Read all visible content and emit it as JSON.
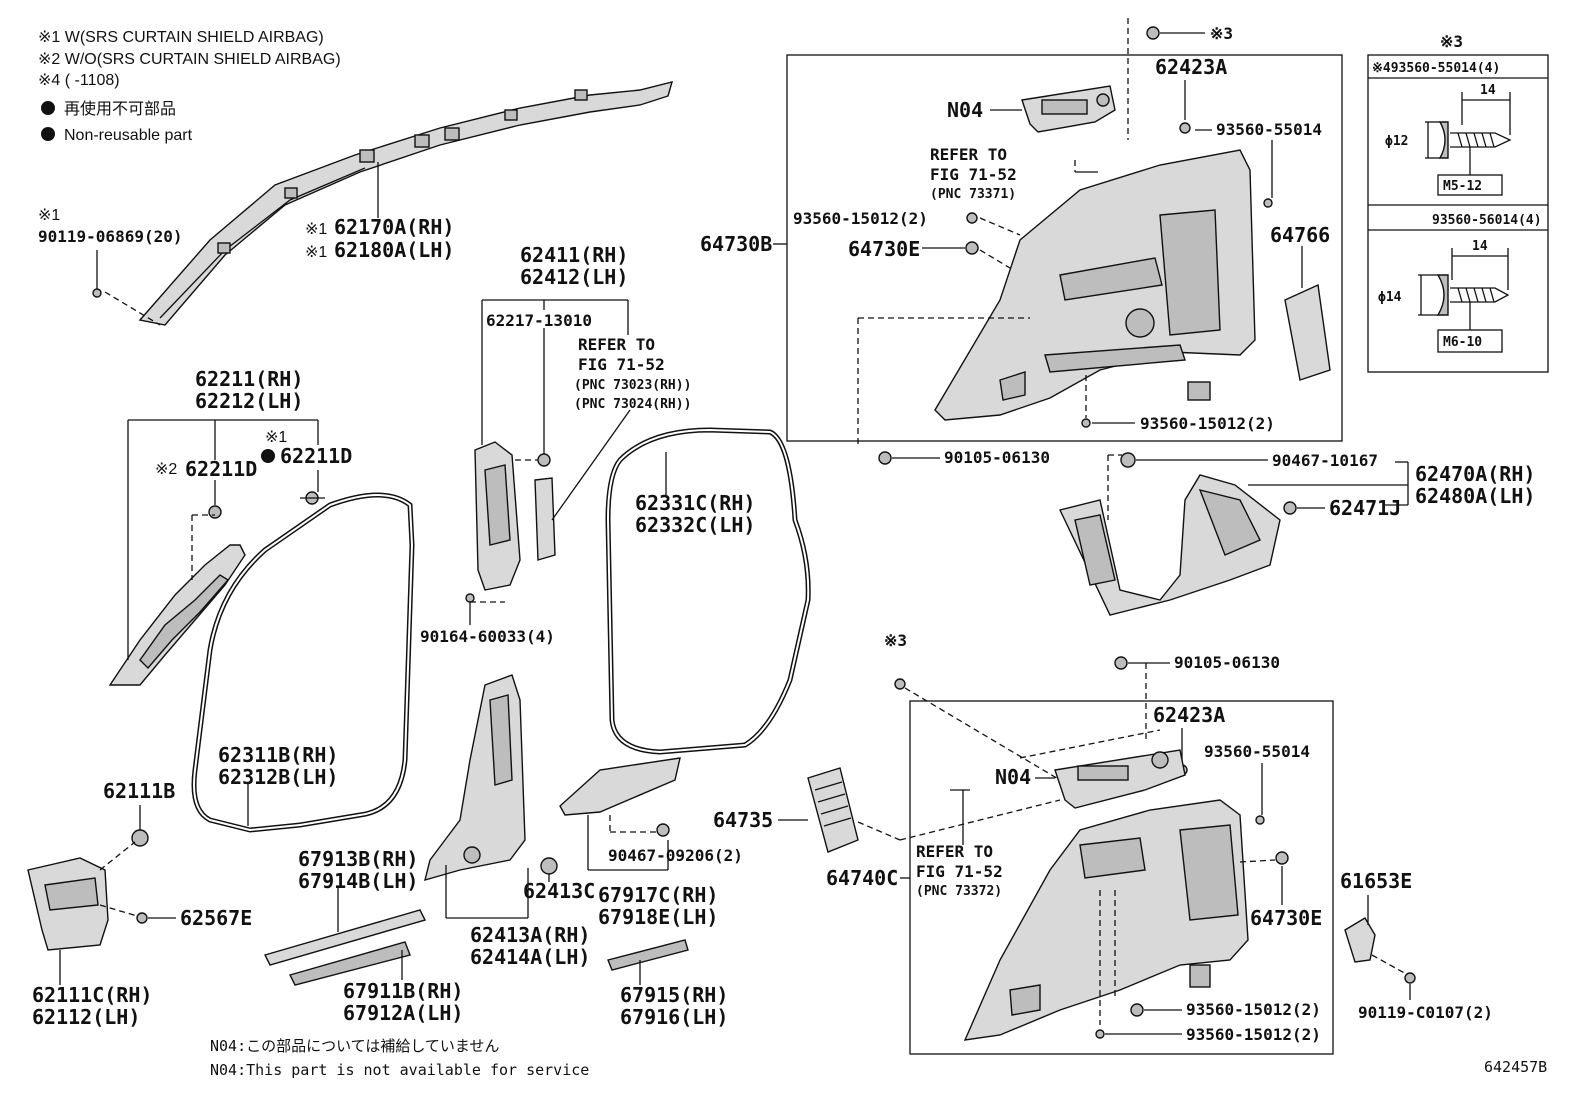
{
  "legend": {
    "line1": "※1  W(SRS CURTAIN SHIELD AIRBAG)",
    "line2": "※2  W/O(SRS CURTAIN SHIELD AIRBAG)",
    "line3": "※4 (      -1108)",
    "line4": "再使用不可部品",
    "line5": "Non-reusable part"
  },
  "footer": {
    "note_jp": "N04:この部品については補給していません",
    "note_en": "N04:This part is not available for service",
    "figure_id": "642457B"
  },
  "labels": {
    "p90119_06869": "90119-06869(20)",
    "p90119_06869_mark": "※1",
    "p62170A": "62170A(RH)",
    "p62180A": "62180A(LH)",
    "mark1a": "※1",
    "mark1b": "※1",
    "p62411": "62411(RH)",
    "p62412": "62412(LH)",
    "p62217": "62217-13010",
    "refer1_a": "REFER TO",
    "refer1_b": "FIG 71-52",
    "refer1_c": "(PNC 73023(RH))",
    "refer1_d": "(PNC 73024(RH))",
    "p62211": "62211(RH)",
    "p62212": "62212(LH)",
    "p62211D_a": "62211D",
    "mark2": "※2",
    "p62211D_b": "62211D",
    "mark1c": "※1",
    "p62331C": "62331C(RH)",
    "p62332C": "62332C(LH)",
    "p90164": "90164-60033(4)",
    "p62311B": "62311B(RH)",
    "p62312B": "62312B(LH)",
    "p62111B": "62111B",
    "p62567E": "62567E",
    "p62111C": "62111C(RH)",
    "p62112": "62112(LH)",
    "p67913B": "67913B(RH)",
    "p67914B": "67914B(LH)",
    "p67911B": "67911B(RH)",
    "p67912A": "67912A(LH)",
    "p62413C": "62413C",
    "p62413A": "62413A(RH)",
    "p62414A": "62414A(LH)",
    "p67917C": "67917C(RH)",
    "p67918E": "67918E(LH)",
    "p90467_09206": "90467-09206(2)",
    "p67915": "67915(RH)",
    "p67916": "67916(LH)",
    "mark3_top": "※3",
    "p62423A_top": "62423A",
    "pN04_top": "N04",
    "p93560_55014_top": "93560-55014",
    "refer2_a": "REFER TO",
    "refer2_b": "FIG 71-52",
    "refer2_c": "(PNC 73371)",
    "p64730B": "64730B",
    "p93560_15012_top": "93560-15012(2)",
    "p64730E_top": "64730E",
    "p64766": "64766",
    "p93560_15012_mid": "93560-15012(2)",
    "p90105_06130_top": "90105-06130",
    "inset_mark": "※3",
    "inset_title1": "※493560-55014(4)",
    "inset_dim1": "14",
    "inset_dia1": "ϕ12",
    "inset_size1": "M5-12",
    "inset_title2": "93560-56014(4)",
    "inset_dim2": "14",
    "inset_dia2": "ϕ14",
    "inset_size2": "M6-10",
    "p90467_10167": "90467-10167",
    "p62470A": "62470A(RH)",
    "p62480A": "62480A(LH)",
    "p62471J": "62471J",
    "mark3_low": "※3",
    "p90105_06130_low": "90105-06130",
    "p62423A_low": "62423A",
    "pN04_low": "N04",
    "p93560_55014_low": "93560-55014",
    "p64735": "64735",
    "p64740C": "64740C",
    "refer3_a": "REFER TO",
    "refer3_b": "FIG 71-52",
    "refer3_c": "(PNC 73372)",
    "p64730E_low": "64730E",
    "p61653E": "61653E",
    "p93560_15012_low1": "93560-15012(2)",
    "p93560_15012_low2": "93560-15012(2)",
    "p90119_C0107": "90119-C0107(2)"
  }
}
